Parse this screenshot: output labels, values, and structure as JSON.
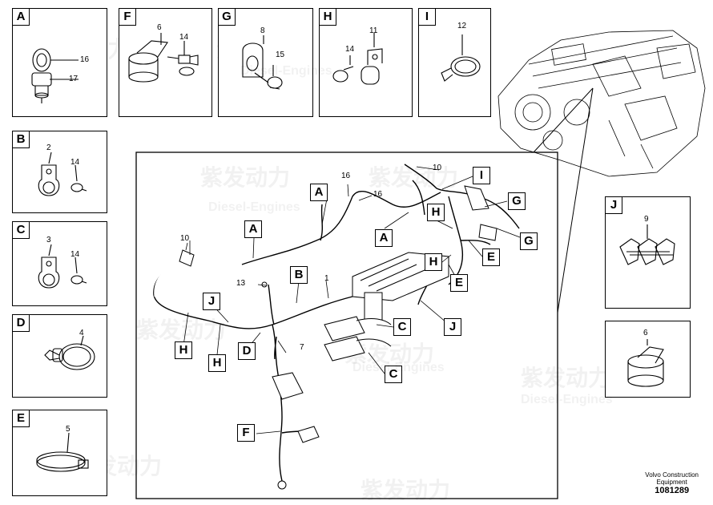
{
  "panels": {
    "A": {
      "label": "A",
      "parts": [
        "16",
        "17"
      ]
    },
    "F": {
      "label": "F",
      "parts": [
        "6",
        "14"
      ]
    },
    "G": {
      "label": "G",
      "parts": [
        "8",
        "15"
      ]
    },
    "H": {
      "label": "H",
      "parts": [
        "14",
        "11"
      ]
    },
    "I": {
      "label": "I",
      "parts": [
        "12"
      ]
    },
    "B": {
      "label": "B",
      "parts": [
        "2",
        "14"
      ]
    },
    "C": {
      "label": "C",
      "parts": [
        "3",
        "14"
      ]
    },
    "D": {
      "label": "D",
      "parts": [
        "4"
      ]
    },
    "E": {
      "label": "E",
      "parts": [
        "5"
      ]
    },
    "J": {
      "label": "J",
      "parts": [
        "9"
      ]
    },
    "K": {
      "label": "",
      "parts": [
        "6"
      ]
    }
  },
  "main": {
    "part_numbers": [
      "10",
      "16",
      "16",
      "10",
      "13",
      "1",
      "7"
    ],
    "callouts": [
      "A",
      "A",
      "A",
      "B",
      "I",
      "G",
      "G",
      "H",
      "H",
      "E",
      "E",
      "J",
      "J",
      "H",
      "H",
      "D",
      "C",
      "C",
      "F"
    ]
  },
  "watermark": {
    "cn": "紫发动力",
    "en": "Diesel-Engines"
  },
  "footer": {
    "maker_line1": "Volvo Construction",
    "maker_line2": "Equipment",
    "part_no": "1081289"
  }
}
